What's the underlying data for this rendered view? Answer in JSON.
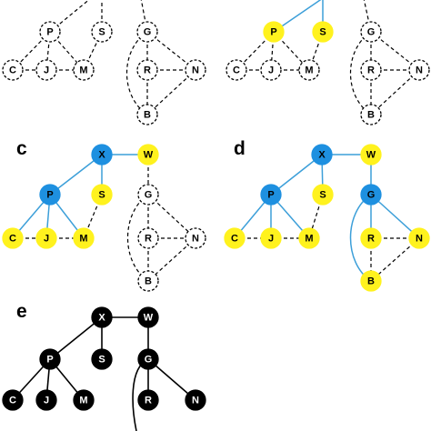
{
  "colors": {
    "blue": "#1e90e0",
    "yellow": "#fff21e",
    "black": "#000000",
    "white": "#ffffff",
    "edge_solid": "#3c9fd9",
    "edge_dash": "#000000"
  },
  "panels": [
    {
      "id": "a",
      "label": "",
      "nodes": [
        {
          "id": "P",
          "style": "dashed"
        },
        {
          "id": "S",
          "style": "dashed"
        },
        {
          "id": "C",
          "style": "dashed"
        },
        {
          "id": "J",
          "style": "dashed"
        },
        {
          "id": "M",
          "style": "dashed"
        },
        {
          "id": "G",
          "style": "dashed"
        },
        {
          "id": "R",
          "style": "dashed"
        },
        {
          "id": "N",
          "style": "dashed"
        },
        {
          "id": "B",
          "style": "dashed"
        }
      ],
      "edges": [
        {
          "from": "P",
          "to": "top",
          "style": "dashed"
        },
        {
          "from": "S",
          "to": "top",
          "style": "dashed"
        },
        {
          "from": "P",
          "to": "C",
          "style": "dashed"
        },
        {
          "from": "P",
          "to": "J",
          "style": "dashed"
        },
        {
          "from": "P",
          "to": "M",
          "style": "dashed"
        },
        {
          "from": "S",
          "to": "M",
          "style": "dashed"
        },
        {
          "from": "C",
          "to": "J",
          "style": "dashed"
        },
        {
          "from": "J",
          "to": "M",
          "style": "dashed"
        },
        {
          "from": "G",
          "to": "top",
          "style": "dashed"
        },
        {
          "from": "G",
          "to": "R",
          "style": "dashed"
        },
        {
          "from": "G",
          "to": "N",
          "style": "dashed"
        },
        {
          "from": "G",
          "to": "B",
          "style": "dashed-curve"
        },
        {
          "from": "R",
          "to": "N",
          "style": "dashed"
        },
        {
          "from": "R",
          "to": "B",
          "style": "dashed"
        },
        {
          "from": "N",
          "to": "B",
          "style": "dashed"
        }
      ]
    },
    {
      "id": "b",
      "label": "",
      "nodes": [
        {
          "id": "P",
          "style": "yellow"
        },
        {
          "id": "S",
          "style": "yellow"
        },
        {
          "id": "C",
          "style": "dashed"
        },
        {
          "id": "J",
          "style": "dashed"
        },
        {
          "id": "M",
          "style": "dashed"
        },
        {
          "id": "G",
          "style": "dashed"
        },
        {
          "id": "R",
          "style": "dashed"
        },
        {
          "id": "N",
          "style": "dashed"
        },
        {
          "id": "B",
          "style": "dashed"
        }
      ],
      "edges": [
        {
          "from": "P",
          "to": "top",
          "style": "solid"
        },
        {
          "from": "S",
          "to": "top",
          "style": "solid"
        },
        {
          "from": "P",
          "to": "C",
          "style": "dashed"
        },
        {
          "from": "P",
          "to": "J",
          "style": "dashed"
        },
        {
          "from": "P",
          "to": "M",
          "style": "dashed"
        },
        {
          "from": "S",
          "to": "M",
          "style": "dashed"
        },
        {
          "from": "C",
          "to": "J",
          "style": "dashed"
        },
        {
          "from": "J",
          "to": "M",
          "style": "dashed"
        },
        {
          "from": "G",
          "to": "top",
          "style": "dashed"
        },
        {
          "from": "G",
          "to": "R",
          "style": "dashed"
        },
        {
          "from": "G",
          "to": "N",
          "style": "dashed"
        },
        {
          "from": "G",
          "to": "B",
          "style": "dashed-curve"
        },
        {
          "from": "R",
          "to": "N",
          "style": "dashed"
        },
        {
          "from": "R",
          "to": "B",
          "style": "dashed"
        },
        {
          "from": "N",
          "to": "B",
          "style": "dashed"
        }
      ]
    },
    {
      "id": "c",
      "label": "c",
      "nodes": [
        {
          "id": "X",
          "style": "blue"
        },
        {
          "id": "W",
          "style": "yellow"
        },
        {
          "id": "P",
          "style": "blue"
        },
        {
          "id": "S",
          "style": "yellow"
        },
        {
          "id": "C",
          "style": "yellow"
        },
        {
          "id": "J",
          "style": "yellow"
        },
        {
          "id": "M",
          "style": "yellow"
        },
        {
          "id": "G",
          "style": "dashed"
        },
        {
          "id": "R",
          "style": "dashed"
        },
        {
          "id": "N",
          "style": "dashed"
        },
        {
          "id": "B",
          "style": "dashed"
        }
      ],
      "edges": [
        {
          "from": "X",
          "to": "W",
          "style": "solid"
        },
        {
          "from": "X",
          "to": "P",
          "style": "solid"
        },
        {
          "from": "X",
          "to": "S",
          "style": "solid"
        },
        {
          "from": "W",
          "to": "G",
          "style": "dashed"
        },
        {
          "from": "P",
          "to": "C",
          "style": "solid"
        },
        {
          "from": "P",
          "to": "J",
          "style": "solid"
        },
        {
          "from": "P",
          "to": "M",
          "style": "solid"
        },
        {
          "from": "S",
          "to": "M",
          "style": "dashed"
        },
        {
          "from": "C",
          "to": "J",
          "style": "dashed"
        },
        {
          "from": "J",
          "to": "M",
          "style": "dashed"
        },
        {
          "from": "G",
          "to": "R",
          "style": "dashed"
        },
        {
          "from": "G",
          "to": "N",
          "style": "dashed"
        },
        {
          "from": "G",
          "to": "B",
          "style": "dashed-curve"
        },
        {
          "from": "R",
          "to": "N",
          "style": "dashed"
        },
        {
          "from": "R",
          "to": "B",
          "style": "dashed"
        },
        {
          "from": "N",
          "to": "B",
          "style": "dashed"
        }
      ]
    },
    {
      "id": "d",
      "label": "d",
      "nodes": [
        {
          "id": "X",
          "style": "blue"
        },
        {
          "id": "W",
          "style": "yellow"
        },
        {
          "id": "P",
          "style": "blue"
        },
        {
          "id": "S",
          "style": "yellow"
        },
        {
          "id": "C",
          "style": "yellow"
        },
        {
          "id": "J",
          "style": "yellow"
        },
        {
          "id": "M",
          "style": "yellow"
        },
        {
          "id": "G",
          "style": "blue"
        },
        {
          "id": "R",
          "style": "yellow"
        },
        {
          "id": "N",
          "style": "yellow"
        },
        {
          "id": "B",
          "style": "yellow"
        }
      ],
      "edges": [
        {
          "from": "X",
          "to": "W",
          "style": "solid"
        },
        {
          "from": "X",
          "to": "P",
          "style": "solid"
        },
        {
          "from": "X",
          "to": "S",
          "style": "solid"
        },
        {
          "from": "W",
          "to": "G",
          "style": "solid"
        },
        {
          "from": "P",
          "to": "C",
          "style": "solid"
        },
        {
          "from": "P",
          "to": "J",
          "style": "solid"
        },
        {
          "from": "P",
          "to": "M",
          "style": "solid"
        },
        {
          "from": "S",
          "to": "M",
          "style": "dashed"
        },
        {
          "from": "C",
          "to": "J",
          "style": "dashed"
        },
        {
          "from": "J",
          "to": "M",
          "style": "dashed"
        },
        {
          "from": "G",
          "to": "R",
          "style": "solid"
        },
        {
          "from": "G",
          "to": "N",
          "style": "solid"
        },
        {
          "from": "G",
          "to": "B",
          "style": "solid-curve"
        },
        {
          "from": "R",
          "to": "N",
          "style": "dashed"
        },
        {
          "from": "R",
          "to": "B",
          "style": "dashed"
        },
        {
          "from": "N",
          "to": "B",
          "style": "dashed"
        }
      ]
    },
    {
      "id": "e",
      "label": "e",
      "nodes": [
        {
          "id": "X",
          "style": "black"
        },
        {
          "id": "W",
          "style": "black"
        },
        {
          "id": "P",
          "style": "black"
        },
        {
          "id": "S",
          "style": "black"
        },
        {
          "id": "G",
          "style": "black"
        },
        {
          "id": "C",
          "style": "black"
        },
        {
          "id": "J",
          "style": "black"
        },
        {
          "id": "M",
          "style": "black"
        },
        {
          "id": "R",
          "style": "black"
        },
        {
          "id": "N",
          "style": "black"
        }
      ],
      "edges": [
        {
          "from": "X",
          "to": "W",
          "style": "black"
        },
        {
          "from": "X",
          "to": "P",
          "style": "black"
        },
        {
          "from": "X",
          "to": "S",
          "style": "black"
        },
        {
          "from": "W",
          "to": "G",
          "style": "black"
        },
        {
          "from": "P",
          "to": "C",
          "style": "black"
        },
        {
          "from": "P",
          "to": "J",
          "style": "black"
        },
        {
          "from": "P",
          "to": "M",
          "style": "black"
        },
        {
          "from": "G",
          "to": "R",
          "style": "black"
        },
        {
          "from": "G",
          "to": "N",
          "style": "black"
        },
        {
          "from": "G",
          "to": "bottom",
          "style": "black-curve"
        }
      ]
    }
  ]
}
